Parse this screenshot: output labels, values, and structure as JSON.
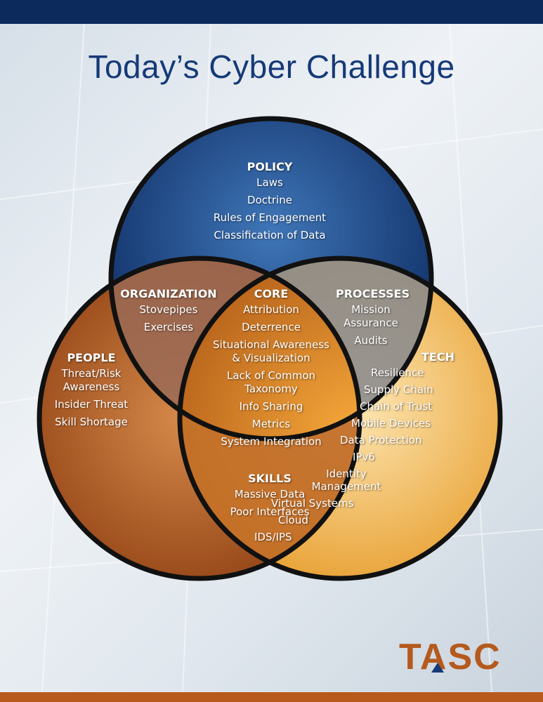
{
  "title": "Today’s Cyber Challenge",
  "colors": {
    "policy": "#1c4f93",
    "people": "#b9611f",
    "tech": "#f2b048",
    "core": "#e38c26",
    "header": "#0c2a5c",
    "brand": "#b55a1f"
  },
  "regions": {
    "policy": {
      "head": "POLICY",
      "items": [
        "Laws",
        "Doctrine",
        "Rules of Engagement",
        "Classification of Data"
      ]
    },
    "organization": {
      "head": "ORGANIZATION",
      "items": [
        "Stovepipes",
        "Exercises"
      ]
    },
    "core": {
      "head": "CORE",
      "items": [
        "Attribution",
        "Deterrence",
        "Situational Awareness & Visualization",
        "Lack of Common Taxonomy",
        "Info Sharing",
        "Metrics",
        "System Integration"
      ]
    },
    "processes": {
      "head": "PROCESSES",
      "items": [
        "Mission Assurance",
        "Audits"
      ]
    },
    "people": {
      "head": "PEOPLE",
      "items": [
        "Threat/Risk Awareness",
        "Insider Threat",
        "Skill Shortage"
      ]
    },
    "tech": {
      "head": "TECH",
      "items": [
        "Resilience",
        "Supply Chain",
        "Chain of Trust",
        "Mobile Devices",
        "Data Protection",
        "IPv6",
        "Identity Management",
        "Virtual Systems",
        "Cloud",
        "IDS/IPS"
      ]
    },
    "skills": {
      "head": "SKILLS",
      "items": [
        "Massive Data",
        "Poor Interfaces"
      ]
    }
  },
  "logo": "TASC"
}
